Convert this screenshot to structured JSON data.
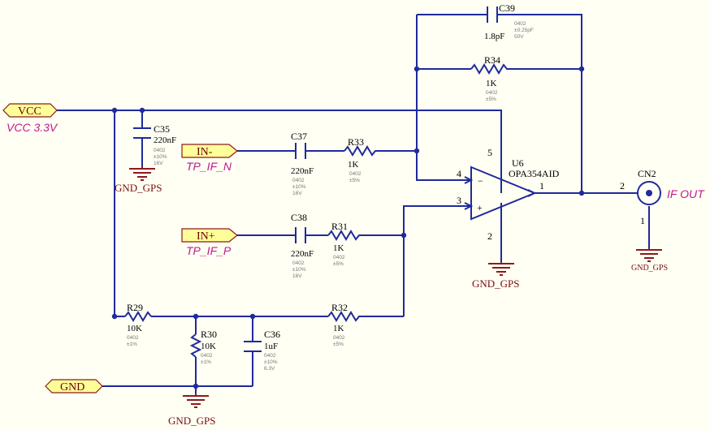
{
  "ports": {
    "vcc": "VCC",
    "in_n": "IN-",
    "in_p": "IN+",
    "gnd": "GND"
  },
  "net_labels": {
    "vcc": "VCC 3.3V",
    "tp_if_n": "TP_IF_N",
    "tp_if_p": "TP_IF_P",
    "if_out": "IF OUT"
  },
  "ground_labels": {
    "c35": "GND_GPS",
    "u6": "GND_GPS",
    "bottom": "GND_GPS",
    "cn2": "GND_GPS"
  },
  "components": {
    "c39": {
      "ref": "C39",
      "value": "1.8pF",
      "p1": "0402",
      "p2": "±0.25pF",
      "p3": "50V"
    },
    "r34": {
      "ref": "R34",
      "value": "1K",
      "p1": "0402",
      "p2": "±5%"
    },
    "c35": {
      "ref": "C35",
      "value": "220nF",
      "p1": "0402",
      "p2": "±10%",
      "p3": "16V"
    },
    "c37": {
      "ref": "C37",
      "value": "220nF",
      "p1": "0402",
      "p2": "±10%",
      "p3": "16V"
    },
    "r33": {
      "ref": "R33",
      "value": "1K",
      "p1": "0402",
      "p2": "±5%"
    },
    "c38": {
      "ref": "C38",
      "value": "220nF",
      "p1": "0402",
      "p2": "±10%",
      "p3": "16V"
    },
    "r31": {
      "ref": "R31",
      "value": "1K",
      "p1": "0402",
      "p2": "±5%"
    },
    "r29": {
      "ref": "R29",
      "value": "10K",
      "p1": "0402",
      "p2": "±1%"
    },
    "r30": {
      "ref": "R30",
      "value": "10K",
      "p1": "0402",
      "p2": "±1%"
    },
    "c36": {
      "ref": "C36",
      "value": "1uF",
      "p1": "0402",
      "p2": "±10%",
      "p3": "6.3V"
    },
    "r32": {
      "ref": "R32",
      "value": "1K",
      "p1": "0402",
      "p2": "±5%"
    },
    "u6": {
      "ref": "U6",
      "value": "OPA354AID"
    },
    "cn2": {
      "ref": "CN2"
    }
  },
  "pins": {
    "u6_inv": "4",
    "u6_noninv": "3",
    "u6_out": "1",
    "u6_vcc": "5",
    "u6_gnd": "2",
    "cn2_sig": "2",
    "cn2_gnd": "1"
  },
  "opamp_signs": {
    "minus": "−",
    "plus": "+"
  },
  "colors": {
    "wire": "#1f2a9c",
    "ground": "#8b1a1a",
    "net_label": "#c01a8a",
    "port_fill": "#ffff99",
    "background": "#fffff4"
  }
}
